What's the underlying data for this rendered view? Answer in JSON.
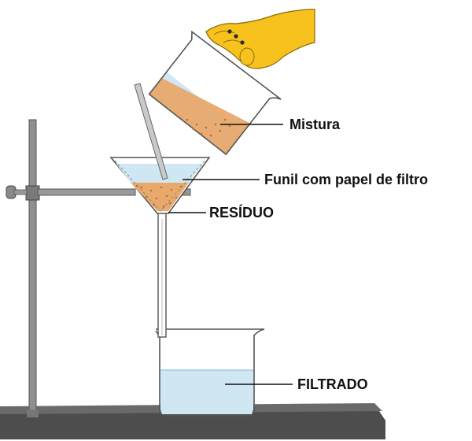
{
  "labels": {
    "mixture": "Mistura",
    "funnel": "Funil com papel de filtro",
    "residue": "RESÍDUO",
    "filtrate": "FILTRADO"
  },
  "colors": {
    "glove": "#f7c21e",
    "glove_outline": "#8a6a00",
    "liquid": "#cfe6f3",
    "liquid_edge": "#9fcbe2",
    "sediment": "#e8a96b",
    "sediment_dots": "#b8703a",
    "stand": "#8f8f8f",
    "stand_dark": "#4a4a4a",
    "base": "#4d4d4d",
    "glass": "#555555"
  },
  "icons": [
    "glove-icon",
    "beaker-icon",
    "funnel-icon",
    "stirring-rod-icon",
    "ring-stand-icon"
  ]
}
